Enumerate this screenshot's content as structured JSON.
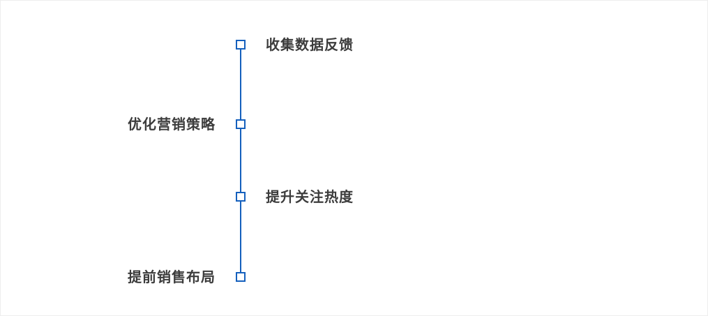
{
  "diagram": {
    "type": "vertical-timeline",
    "accent_color": "#1560bd",
    "text_color": "#3c3c3c",
    "background_color": "#ffffff",
    "items": [
      {
        "label": "收集数据反馈",
        "side": "right"
      },
      {
        "label": "优化营销策略",
        "side": "left"
      },
      {
        "label": "提升关注热度",
        "side": "right"
      },
      {
        "label": "提前销售布局",
        "side": "left"
      }
    ]
  }
}
